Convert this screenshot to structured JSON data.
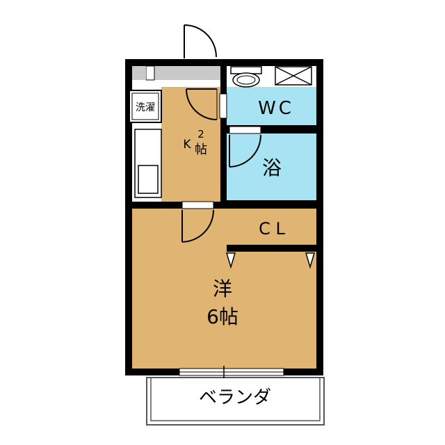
{
  "rooms": {
    "laundry": "洗濯",
    "kitchen_letter": "K",
    "kitchen_size": "2",
    "kitchen_unit": "帖",
    "wc": "WC",
    "bath": "浴",
    "closet": "C L",
    "western_name": "洋",
    "western_size": "6帖",
    "balcony": "ベランダ"
  },
  "colors": {
    "wall": "#000000",
    "tatami_floor": "#e0b574",
    "wet_area": "#a7e3f3",
    "closet": "#dedbd6",
    "fixture_gray": "#c9c9c9"
  }
}
